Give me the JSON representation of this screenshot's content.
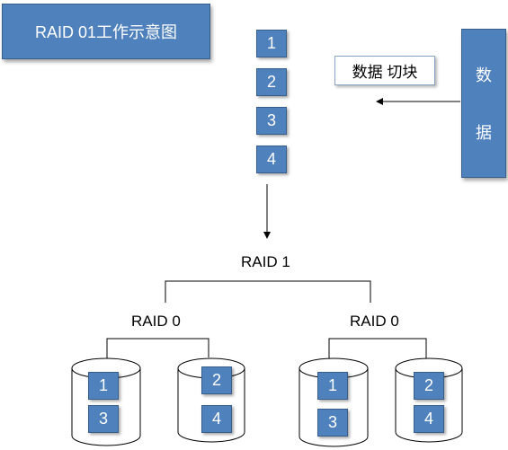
{
  "title": "RAID 01工作示意图",
  "source": {
    "label_chars": [
      "数",
      "据"
    ]
  },
  "chunk_label": "数据 切块",
  "stripes": [
    "1",
    "2",
    "3",
    "4"
  ],
  "raid1_label": "RAID 1",
  "raid0_left_label": "RAID 0",
  "raid0_right_label": "RAID 0",
  "disks": [
    {
      "blocks": [
        "1",
        "3"
      ]
    },
    {
      "blocks": [
        "2",
        "4"
      ]
    },
    {
      "blocks": [
        "1",
        "3"
      ]
    },
    {
      "blocks": [
        "2",
        "4"
      ]
    }
  ]
}
